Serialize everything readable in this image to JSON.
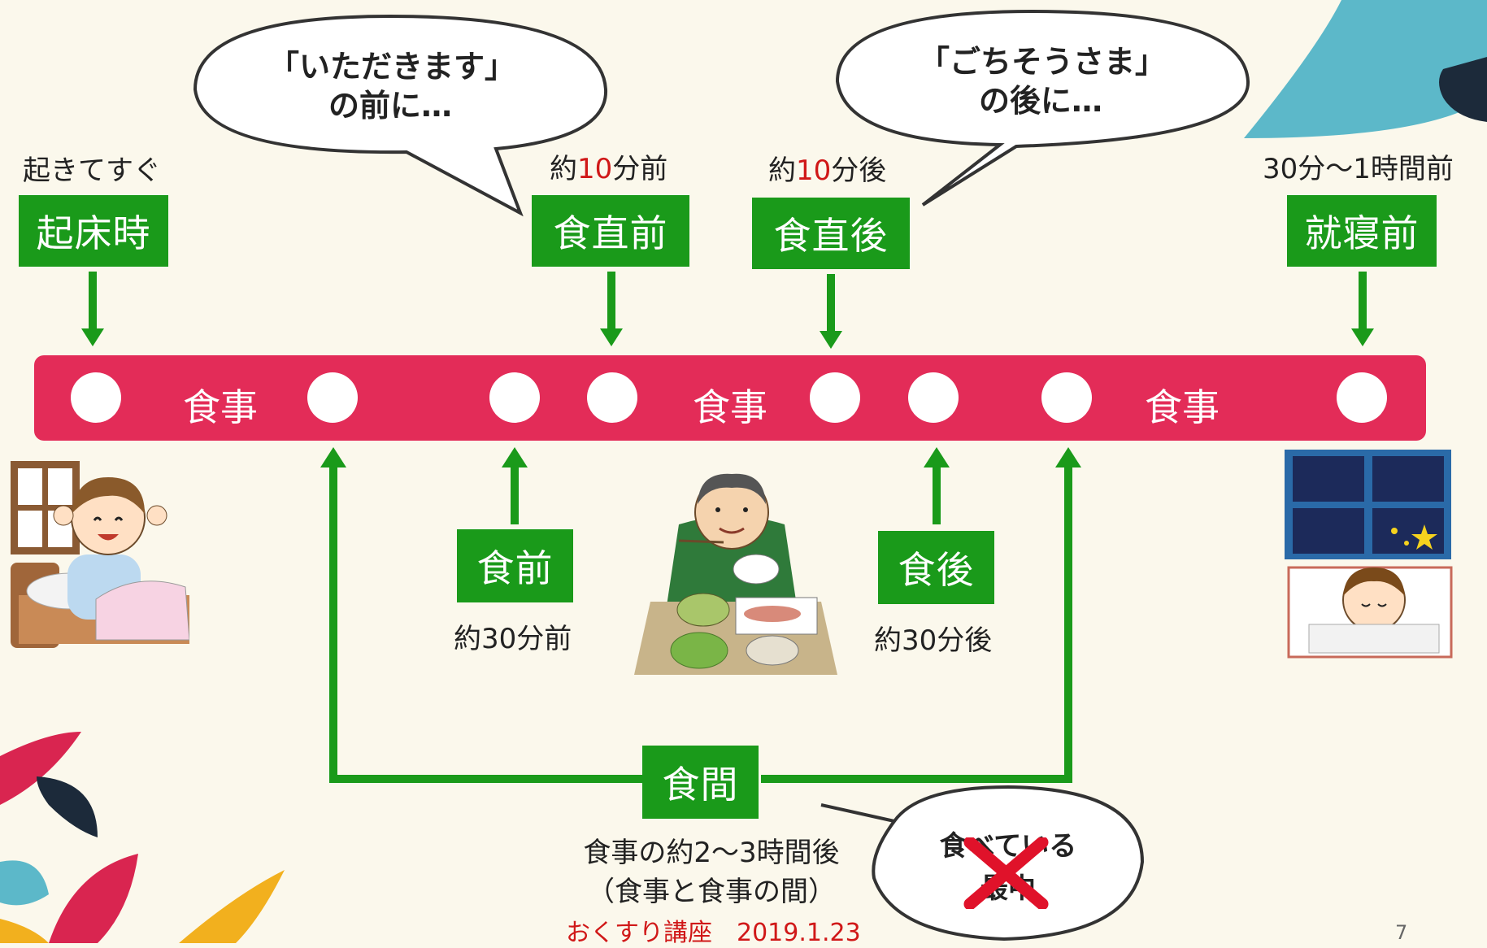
{
  "bubbles": {
    "left_line1": "「いただきます」",
    "left_line2": "の前に…",
    "right_line1": "「ごちそうさま」",
    "right_line2": "の後に…",
    "bottom_line1": "食べている",
    "bottom_line2": "最中"
  },
  "top_labels": {
    "wakeup": "起きてすぐ",
    "before_meal_10_prefix": "約",
    "before_meal_10_num": "10",
    "before_meal_10_suffix": "分前",
    "after_meal_10_prefix": "約",
    "after_meal_10_num": "10",
    "after_meal_10_suffix": "分後",
    "bedtime": "30分〜1時間前"
  },
  "top_boxes": {
    "wakeup": "起床時",
    "just_before": "食直前",
    "just_after": "食直後",
    "bedtime": "就寝前"
  },
  "timeline": {
    "meal1": "食事",
    "meal2": "食事",
    "meal3": "食事"
  },
  "bottom_boxes": {
    "before": "食前",
    "after": "食後",
    "between": "食間"
  },
  "bottom_labels": {
    "before": "約30分前",
    "after": "約30分後",
    "between_line1": "食事の約2〜3時間後",
    "between_line2": "（食事と食事の間）"
  },
  "footer": {
    "title": "おくすり講座　2019.1.23",
    "page": "7"
  },
  "colors": {
    "green": "#1a9a1a",
    "timeline": "#e32c58",
    "accent_red": "#d01818",
    "background": "#fbf8ec"
  }
}
